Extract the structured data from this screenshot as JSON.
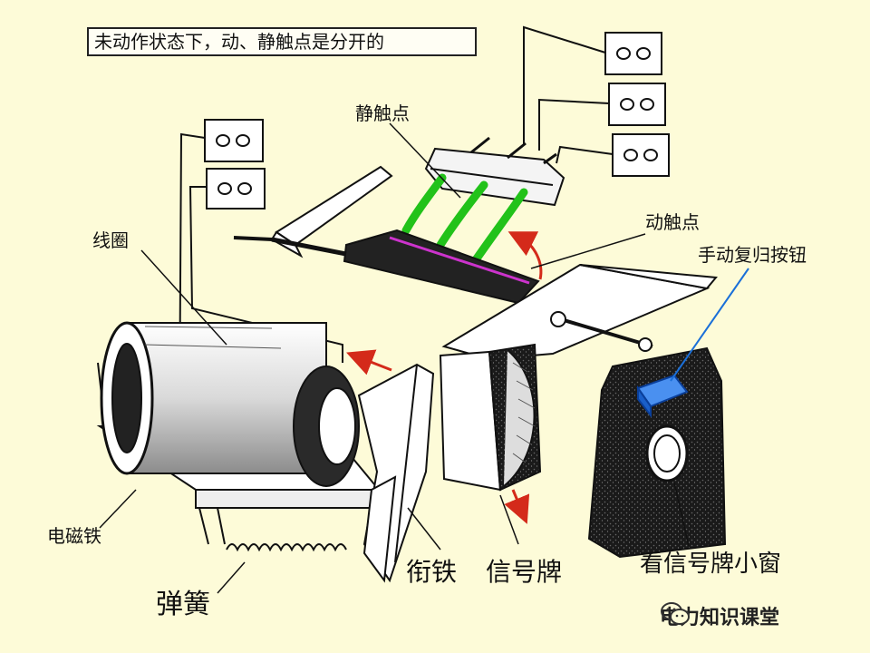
{
  "state_caption": "未动作状态下，动、静触点是分开的",
  "labels": {
    "static_contact": "静触点",
    "moving_contact": "动触点",
    "manual_reset": "手动复归按钮",
    "coil": "线圈",
    "electromagnet": "电磁铁",
    "spring": "弹簧",
    "armature": "衔铁",
    "signal_plate": "信号牌",
    "signal_window": "看信号牌小窗"
  },
  "watermark": "电力知识课堂",
  "colors": {
    "background": "#fdfbd8",
    "static_contact": "#22c21a",
    "moving_contact": "#cc33cc",
    "arrow": "#d42a1a",
    "reset_button": "#1a6fd8",
    "pointer_line_blue": "#1a6fd8"
  }
}
